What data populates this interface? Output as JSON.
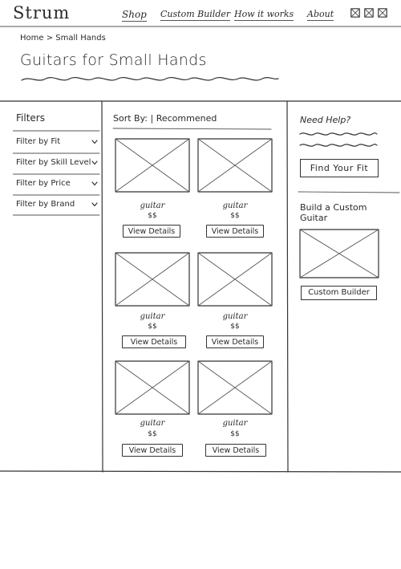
{
  "header": {
    "logo": "Strum",
    "nav": [
      "Shop",
      "Custom Builder",
      "How it works",
      "About"
    ],
    "icons": [
      "placeholder-icon",
      "placeholder-icon",
      "placeholder-icon"
    ]
  },
  "breadcrumb": {
    "home": "Home",
    "separator": ">",
    "current": "Small Hands"
  },
  "page": {
    "title": "Guitars for Small Hands"
  },
  "sidebar": {
    "title": "Filters",
    "filters": [
      "Filter by Fit",
      "Filter by Skill Level",
      "Filter by Price",
      "Filter by Brand"
    ]
  },
  "main": {
    "sort_label": "Sort By: | Recommened",
    "products": [
      {
        "name": "guitar",
        "price": "$$",
        "button": "View Details"
      },
      {
        "name": "guitar",
        "price": "$$",
        "button": "View Details"
      },
      {
        "name": "guitar",
        "price": "$$",
        "button": "View Details"
      },
      {
        "name": "guitar",
        "price": "$$",
        "button": "View Details"
      },
      {
        "name": "guitar",
        "price": "$$",
        "button": "View Details"
      },
      {
        "name": "guitar",
        "price": "$$",
        "button": "View Details"
      }
    ]
  },
  "right_rail": {
    "help_title": "Need Help?",
    "find_fit_button": "Find Your Fit",
    "build_title": "Build a Custom Guitar",
    "custom_builder_button": "Custom Builder"
  }
}
